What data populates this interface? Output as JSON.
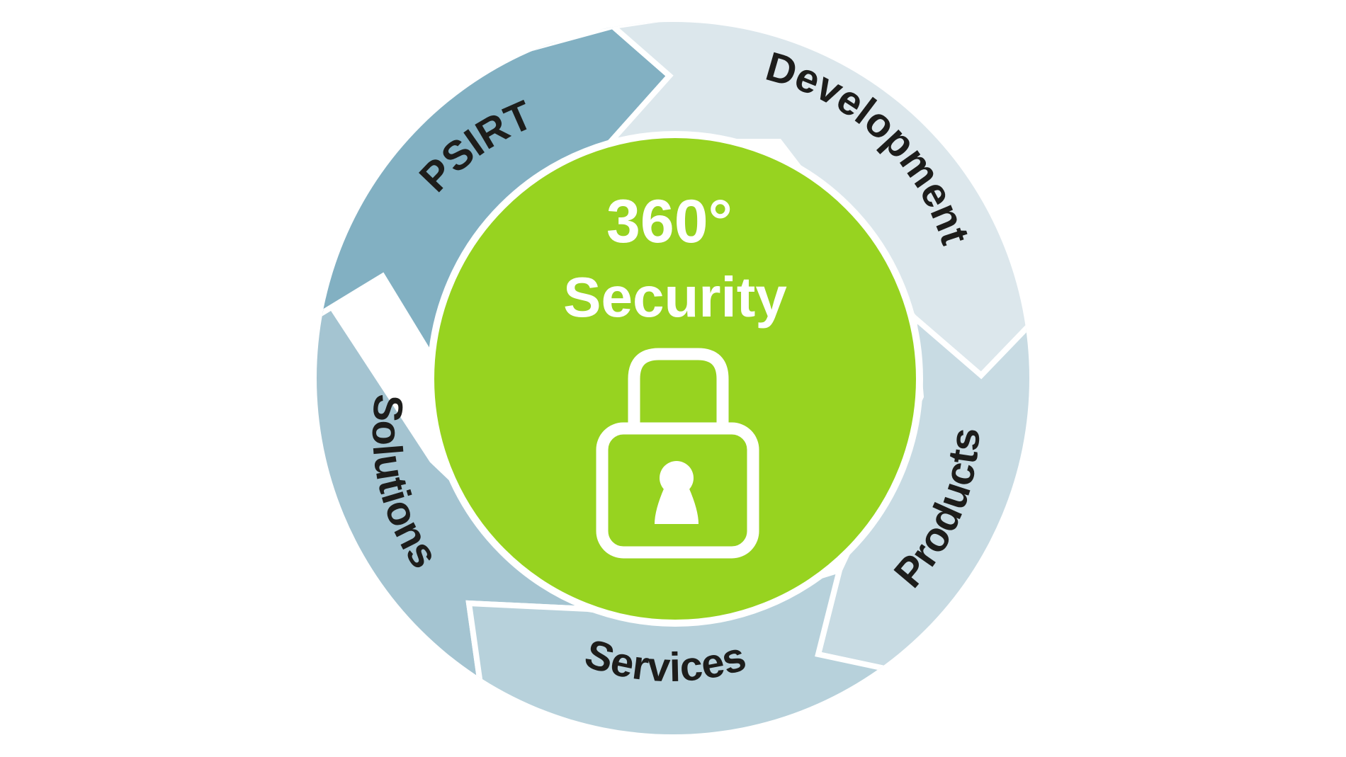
{
  "center": {
    "line1": "360°",
    "line2": "Security",
    "icon": "padlock-icon"
  },
  "segments": [
    {
      "label": "PSIRT",
      "color": "#82b0c2"
    },
    {
      "label": "Development",
      "color": "#dce7ec"
    },
    {
      "label": "Products",
      "color": "#c8dbe3"
    },
    {
      "label": "Services",
      "color": "#b7d1db"
    },
    {
      "label": "Solutions",
      "color": "#a4c4d1"
    }
  ],
  "colors": {
    "center_fill": "#97d320",
    "separator": "#ffffff",
    "label_text": "#1d1d1b"
  }
}
